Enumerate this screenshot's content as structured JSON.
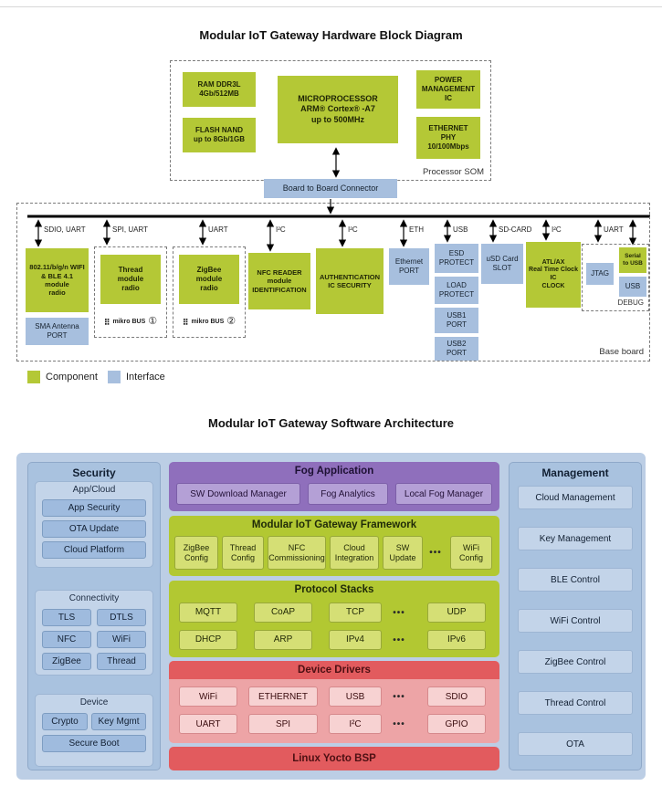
{
  "colors": {
    "component_green": "#b4c836",
    "interface_blue": "#a7bfde",
    "outer_blue": "#bccee5",
    "panel_blue": "#a9c2df",
    "group_blue": "#c3d4e9",
    "item_blue": "#9fbbde",
    "purple_panel": "#8f6fbc",
    "purple_item": "#b4a0d6",
    "green_panel": "#b2c832",
    "green_item": "#d5df75",
    "red": "#e25b5e",
    "pink_panel": "#eda4a6",
    "pink_item": "#f7d2d2"
  },
  "hardware": {
    "title": "Modular IoT Gateway Hardware Block Diagram",
    "som": {
      "label": "Processor SOM",
      "ram": "RAM DDR3L\n4Gb/512MB",
      "flash": "FLASH NAND\nup to 8Gb/1GB",
      "mcu": "MICROPROCESSOR\nARM® Cortex® -A7\nup to 500MHz",
      "power": "POWER\nMANAGEMENT\nIC",
      "eth_phy": "ETHERNET\nPHY\n10/100Mbps"
    },
    "connector": "Board to Board Connector",
    "bus_labels": [
      "SDIO, UART",
      "SPI, UART",
      "UART",
      "I²C",
      "I²C",
      "ETH",
      "USB",
      "SD-CARD",
      "I²C",
      "UART"
    ],
    "base": {
      "label": "Base board",
      "wifi": "802.11/b/g/n WIFI\n& BLE 4.1\nmodule\nradio",
      "sma": "SMA Antenna\nPORT",
      "thread": "Thread\nmodule\nradio",
      "zigbee": "ZigBee\nmodule\nradio",
      "mikrobus": {
        "dots": "⠿",
        "label": "mikro BUS",
        "num1": "①",
        "num2": "②"
      },
      "nfc": "NFC READER\nmodule\nIDENTIFICATION",
      "auth": "AUTHENTICATION\nIC SECURITY",
      "eth_port": "Ethernet\nPORT",
      "esd": "ESD\nPROTECT",
      "load": "LOAD\nPROTECT",
      "usb1": "USB1\nPORT",
      "usb2": "USB2\nPORT",
      "usd": "uSD Card\nSLOT",
      "rtc": "ATL/AX\nReal Time Clock\nIC\nCLOCK",
      "jtag": "JTAG",
      "serial_usb": "Serial\nto USB",
      "usb": "USB",
      "debug": "DEBUG"
    },
    "legend": [
      {
        "label": "Component"
      },
      {
        "label": "Interface"
      }
    ]
  },
  "software": {
    "title": "Modular IoT Gateway Software Architecture",
    "security": {
      "title": "Security",
      "app_cloud": {
        "label": "App/Cloud",
        "items": [
          "App Security",
          "OTA Update",
          "Cloud Platform"
        ]
      },
      "connectivity": {
        "label": "Connectivity",
        "items": [
          "TLS",
          "DTLS",
          "NFC",
          "WiFi",
          "ZigBee",
          "Thread"
        ]
      },
      "device": {
        "label": "Device",
        "items": [
          "Crypto",
          "Key Mgmt",
          "Secure Boot"
        ]
      }
    },
    "fog": {
      "title": "Fog Application",
      "items": [
        "SW Download Manager",
        "Fog Analytics",
        "Local Fog Manager"
      ]
    },
    "framework": {
      "title": "Modular IoT Gateway Framework",
      "items": [
        "ZigBee Config",
        "Thread Config",
        "NFC Commissioning",
        "Cloud Integration",
        "SW Update",
        "•••",
        "WiFi Config"
      ]
    },
    "protocols": {
      "title": "Protocol Stacks",
      "rows": [
        [
          "MQTT",
          "CoAP",
          "TCP",
          "•••",
          "UDP"
        ],
        [
          "DHCP",
          "ARP",
          "IPv4",
          "•••",
          "IPv6"
        ]
      ]
    },
    "drivers": {
      "title": "Device Drivers",
      "rows": [
        [
          "WiFi",
          "ETHERNET",
          "USB",
          "•••",
          "SDIO"
        ],
        [
          "UART",
          "SPI",
          "I²C",
          "•••",
          "GPIO"
        ]
      ]
    },
    "bsp": "Linux Yocto BSP",
    "management": {
      "title": "Management",
      "items": [
        "Cloud Management",
        "Key Management",
        "BLE Control",
        "WiFi Control",
        "ZigBee Control",
        "Thread Control",
        "OTA"
      ]
    }
  }
}
